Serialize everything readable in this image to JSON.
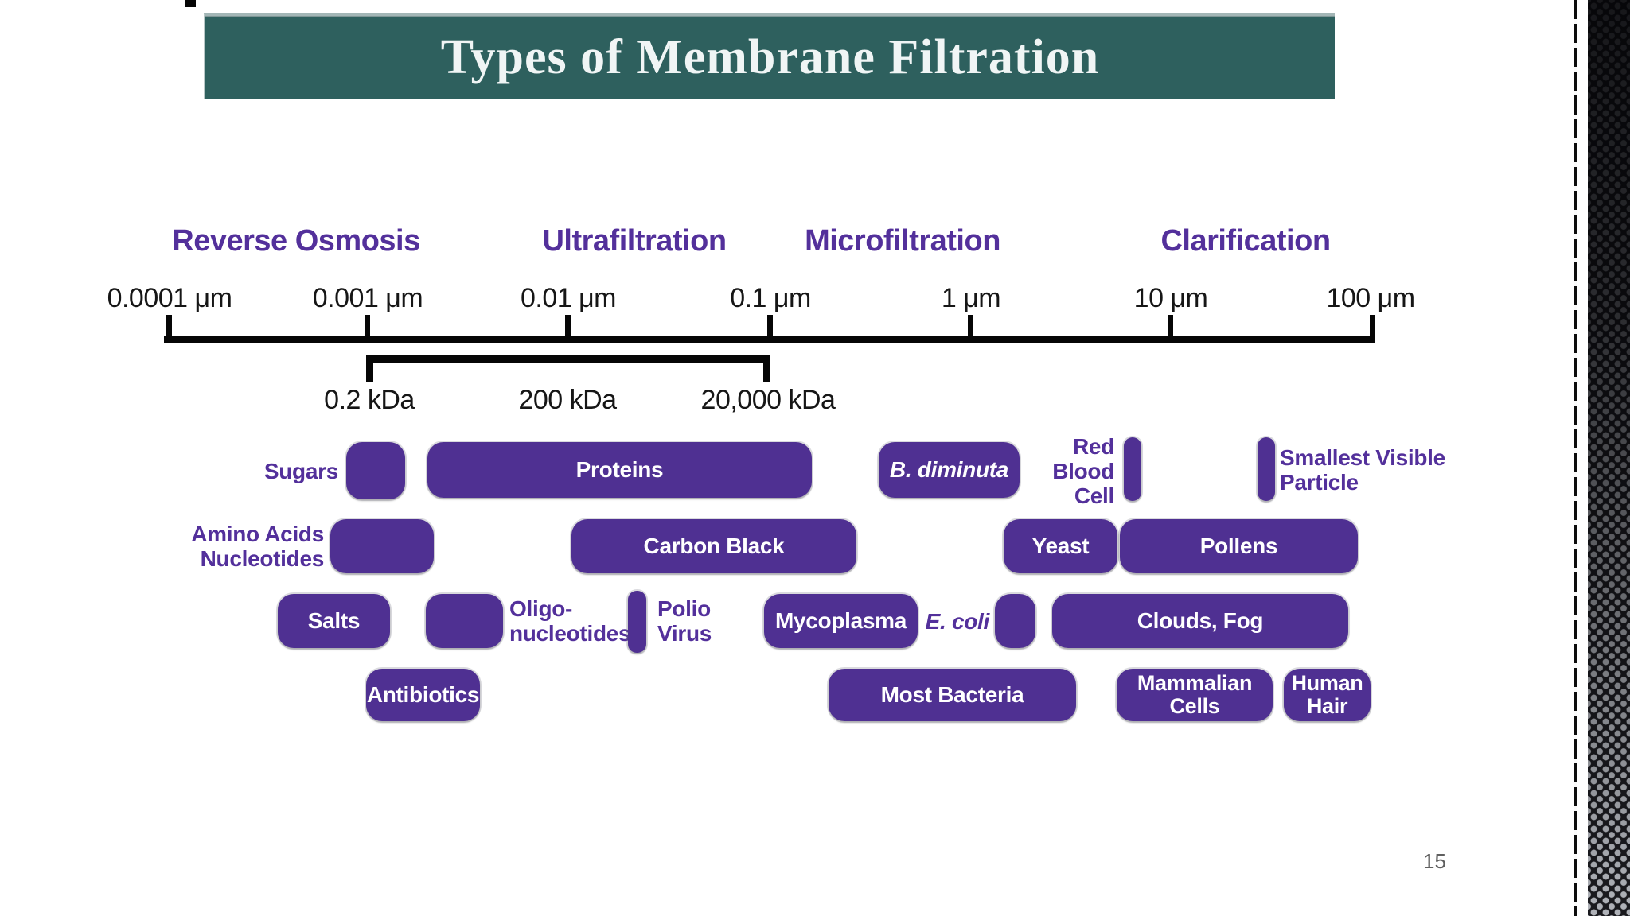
{
  "slide": {
    "title": "Types of Membrane Filtration",
    "page_number": "15"
  },
  "colors": {
    "title_background_teal": "#2e605e",
    "title_text": "#f0f5f5",
    "purple_pill": "#4f3092",
    "purple_label_text": "#53309b",
    "scale_text": "#161616",
    "page_number_gray": "#5f5f5f"
  },
  "processes": [
    {
      "label": "Reverse Osmosis"
    },
    {
      "label": "Ultrafiltration"
    },
    {
      "label": "Microfiltration"
    },
    {
      "label": "Clarification"
    }
  ],
  "micron_scale": {
    "ticks": [
      "0.0001 μm",
      "0.001 μm",
      "0.01 μm",
      "0.1 μm",
      "1 μm",
      "10 μm",
      "100 μm"
    ]
  },
  "kda_scale": {
    "ticks": [
      "0.2 kDa",
      "200 kDa",
      "20,000 kDa"
    ]
  },
  "particles": {
    "sugars": {
      "label": "Sugars"
    },
    "proteins": {
      "label": "Proteins"
    },
    "b_diminuta": {
      "label": "B. diminuta"
    },
    "red_blood_cell": {
      "line1": "Red",
      "line2": "Blood",
      "line3": "Cell"
    },
    "smallest_visible": {
      "line1": "Smallest Visible",
      "line2": "Particle"
    },
    "amino_acids": {
      "line1": "Amino Acids",
      "line2": "Nucleotides"
    },
    "carbon_black": {
      "label": "Carbon Black"
    },
    "yeast": {
      "label": "Yeast"
    },
    "pollens": {
      "label": "Pollens"
    },
    "salts": {
      "label": "Salts"
    },
    "oligonucleotides": {
      "line1": "Oligo-",
      "line2": "nucleotides"
    },
    "polio_virus": {
      "line1": "Polio",
      "line2": "Virus"
    },
    "mycoplasma": {
      "label": "Mycoplasma"
    },
    "e_coli": {
      "label": "E. coli"
    },
    "clouds_fog": {
      "label": "Clouds, Fog"
    },
    "antibiotics": {
      "label": "Antibiotics"
    },
    "most_bacteria": {
      "label": "Most Bacteria"
    },
    "mammalian_cells": {
      "line1": "Mammalian",
      "line2": "Cells"
    },
    "human_hair": {
      "line1": "Human",
      "line2": "Hair"
    }
  }
}
